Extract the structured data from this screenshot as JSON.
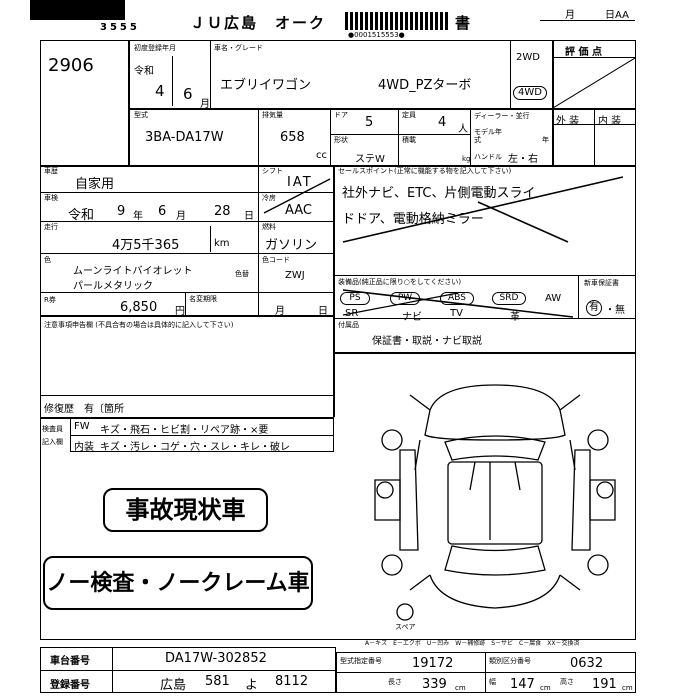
{
  "header": {
    "title_left": "ＪＵ広島　オーク",
    "title_suffix": "書",
    "serial": "●0001515553●",
    "top_number": "3555",
    "month_label": "月",
    "day_label": "日AA"
  },
  "lot": {
    "number": "2906"
  },
  "first_registration": {
    "label": "初度登録年月",
    "era": "令和",
    "year": "4",
    "month": "6",
    "month_unit": "月"
  },
  "model": {
    "name_label": "車名・グレード",
    "name": "エブリイワゴン",
    "grade": "4WD_PZターボ",
    "type_label": "型式",
    "type": "3BA-DA17W",
    "displacement_label": "排気量",
    "displacement": "658",
    "displacement_unit": "cc",
    "doors_label": "ドア",
    "doors": "5",
    "capacity_label": "定員",
    "capacity": "4",
    "capacity_unit": "人",
    "body_label": "形状",
    "body": "ステW",
    "load_label": "積載",
    "load_unit": "kg",
    "drive_2wd": "2WD",
    "drive_4wd": "4WD",
    "dealer_label": "ディーラー・並行",
    "model_year_label": "モデル年式",
    "year_unit": "年",
    "handle_label": "ハンドル",
    "handle": "左・右"
  },
  "evaluation": {
    "label": "評 価 点",
    "exterior_label": "外 装",
    "interior_label": "内 装"
  },
  "usage": {
    "label": "車歴",
    "value": "自家用"
  },
  "inspection": {
    "label": "車検",
    "era": "令和",
    "year": "9",
    "year_unit": "年",
    "month": "6",
    "month_unit": "月",
    "day": "28",
    "day_unit": "日"
  },
  "mileage": {
    "label": "走行",
    "value": "4万5千365",
    "unit": "km"
  },
  "shift": {
    "label": "シフト",
    "value": "IAT"
  },
  "cooler": {
    "label": "冷房",
    "value": "AAC"
  },
  "fuel": {
    "label": "燃料",
    "value": "ガソリン"
  },
  "color": {
    "label": "色",
    "name_line1": "ムーンライトバイオレット",
    "name_line2": "パールメタリック",
    "code_label": "色替",
    "code_no_label": "色コード",
    "code": "ZWJ"
  },
  "recycle": {
    "label": "R券",
    "value": "6,850",
    "unit": "円",
    "change_label": "名変期限",
    "month": "月",
    "day": "日"
  },
  "sales_points": {
    "label": "セールスポイント",
    "note": "(正常に機能する物を記入して下さい)",
    "line1": "社外ナビ、ETC、片側電動スライ",
    "line2": "ドドア、電動格納ミラー"
  },
  "equipment": {
    "label": "装備品",
    "note": "(純正品に限り○をしてください)",
    "items": [
      "PS",
      "PW",
      "ABS",
      "SRD",
      "AW",
      "SR",
      "ナビ",
      "TV",
      "革"
    ],
    "new_car_warranty_label": "新車保証書",
    "warranty_yes": "有",
    "warranty_no": "無"
  },
  "accessories": {
    "label": "付属品",
    "value": "保証書・取説・ナビ取説"
  },
  "notes": {
    "label": "注意事項申告欄",
    "note": "(不具合有の場合は具体的に記入して下さい)",
    "repair_label": "修復歴",
    "repair_value": "有",
    "repair_unit": "箇所"
  },
  "inspector": {
    "label_line1": "検査員",
    "label_line2": "記入欄",
    "exterior_label": "FW",
    "exterior_items": "キズ・飛石・ヒビ割・リペア跡・×要",
    "interior_label": "内装",
    "interior_items": "キズ・汚レ・コゲ・穴・スレ・キレ・破レ"
  },
  "stamps": {
    "accident": "事故現状車",
    "no_claim": "ノー検査・ノークレーム車"
  },
  "diagram_legend": "A－キズ　E－エクボ　U－凹み　W－補修跡　S－サビ　C－腐食　XX－交換済",
  "spare_label": "スペア",
  "chassis": {
    "label": "車台番号",
    "value": "DA17W-302852"
  },
  "registration": {
    "label": "登録番号",
    "area": "広島",
    "class": "581",
    "kana": "よ",
    "number": "8112"
  },
  "dimensions": {
    "model_code_label": "型式指定番号",
    "model_code": "19172",
    "category_label": "類別区分番号",
    "category": "0632",
    "length_label": "長さ",
    "length": "339",
    "width_label": "幅",
    "width": "147",
    "height_label": "高さ",
    "height": "191",
    "unit": "cm"
  }
}
